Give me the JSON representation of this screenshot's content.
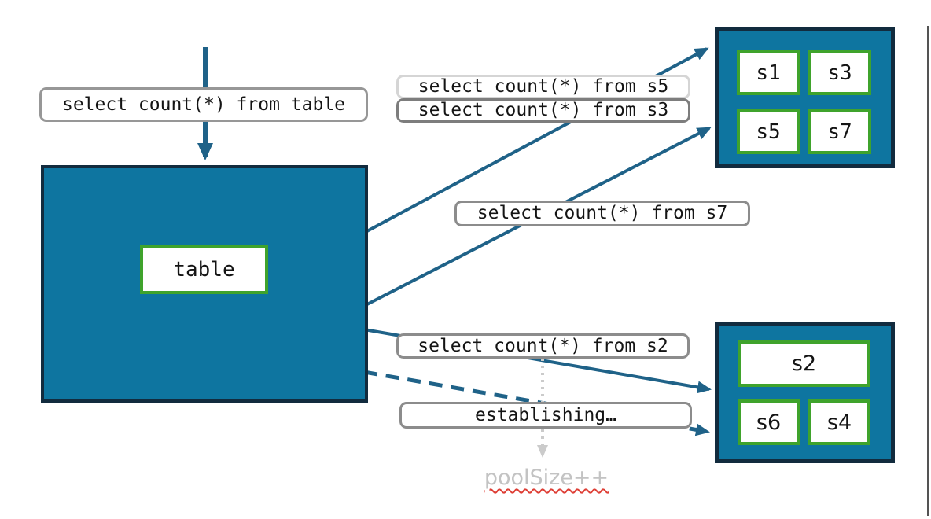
{
  "queries": {
    "table": "select count(*) from table",
    "s5": "select count(*) from s5",
    "s3": "select count(*) from s3",
    "s7": "select count(*) from s7",
    "s2": "select count(*) from s2"
  },
  "status": {
    "establishing": "establishing…",
    "pool_size_note": "poolSize++"
  },
  "table_node": {
    "label": "table"
  },
  "pools": {
    "top": {
      "shards": [
        "s1",
        "s3",
        "s5",
        "s7"
      ]
    },
    "bottom": {
      "wide_shard": "s2",
      "shards": [
        "s6",
        "s4"
      ]
    }
  },
  "colors": {
    "node_fill": "#0e75a0",
    "node_border": "#122b3e",
    "shard_border_green": "#3fa32c",
    "arrow_teal": "#1f6288",
    "label_border_gray": "#8c8c8c",
    "label_border_light": "#d5d5d5",
    "dotted_gray": "#cbcbcb",
    "pool_size_text": "#c3c3c3",
    "squiggle_red": "#de3e35"
  }
}
